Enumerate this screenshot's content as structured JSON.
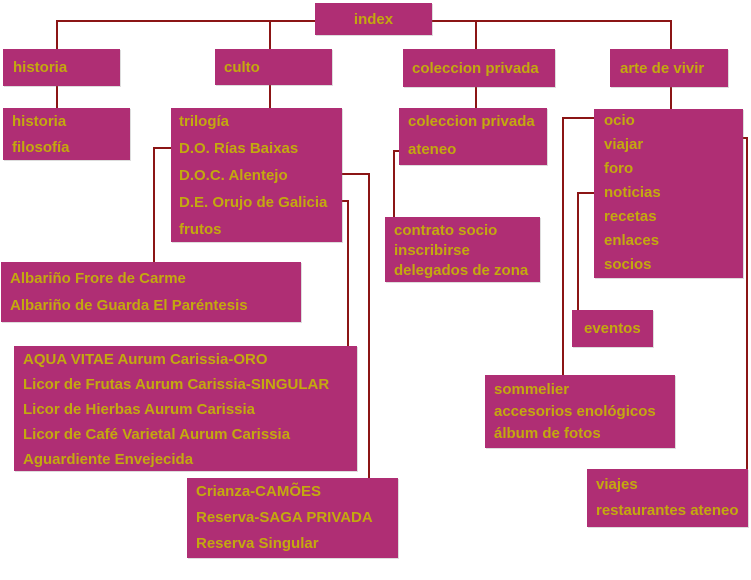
{
  "colors": {
    "box": "#AF2E74",
    "text": "#C3A90F",
    "line": "#8B1515",
    "background": "#FFFFFF"
  },
  "nodes": {
    "index": {
      "label": "index"
    },
    "historia": {
      "label": "historia"
    },
    "culto": {
      "label": "culto"
    },
    "coleccion_privada": {
      "label": "coleccion privada"
    },
    "arte_de_vivir": {
      "label": "arte de vivir"
    },
    "historia_sub": {
      "items": [
        "historia",
        "filosofía"
      ]
    },
    "trilogia": {
      "items": [
        "trilogía",
        "D.O. Rías Baixas",
        "D.O.C. Alentejo",
        "D.E. Orujo de Galicia",
        "frutos"
      ]
    },
    "coleccion_sub": {
      "items": [
        "coleccion privada",
        "ateneo"
      ]
    },
    "ocio": {
      "items": [
        "ocio",
        "viajar",
        "foro",
        "noticias",
        "recetas",
        "enlaces",
        "socios"
      ]
    },
    "albarino": {
      "items": [
        "Albariño Frore de Carme",
        "Albariño de Guarda El Paréntesis"
      ]
    },
    "aqua_vitae": {
      "items": [
        "AQUA VITAE Aurum Carissia-ORO",
        "Licor de Frutas Aurum Carissia-SINGULAR",
        "Licor de Hierbas Aurum Carissia",
        "Licor de Café Varietal Aurum Carissia",
        "Aguardiente Envejecida"
      ]
    },
    "crianza": {
      "items": [
        "Crianza-CAMÕES",
        "Reserva-SAGA PRIVADA",
        "Reserva Singular"
      ]
    },
    "contrato": {
      "items": [
        "contrato socio",
        "inscribirse",
        "delegados de zona"
      ]
    },
    "eventos": {
      "label": "eventos"
    },
    "sommelier": {
      "items": [
        "sommelier",
        "accesorios enológicos",
        "álbum de fotos"
      ]
    },
    "viajes": {
      "items": [
        "viajes",
        "restaurantes ateneo"
      ]
    }
  }
}
